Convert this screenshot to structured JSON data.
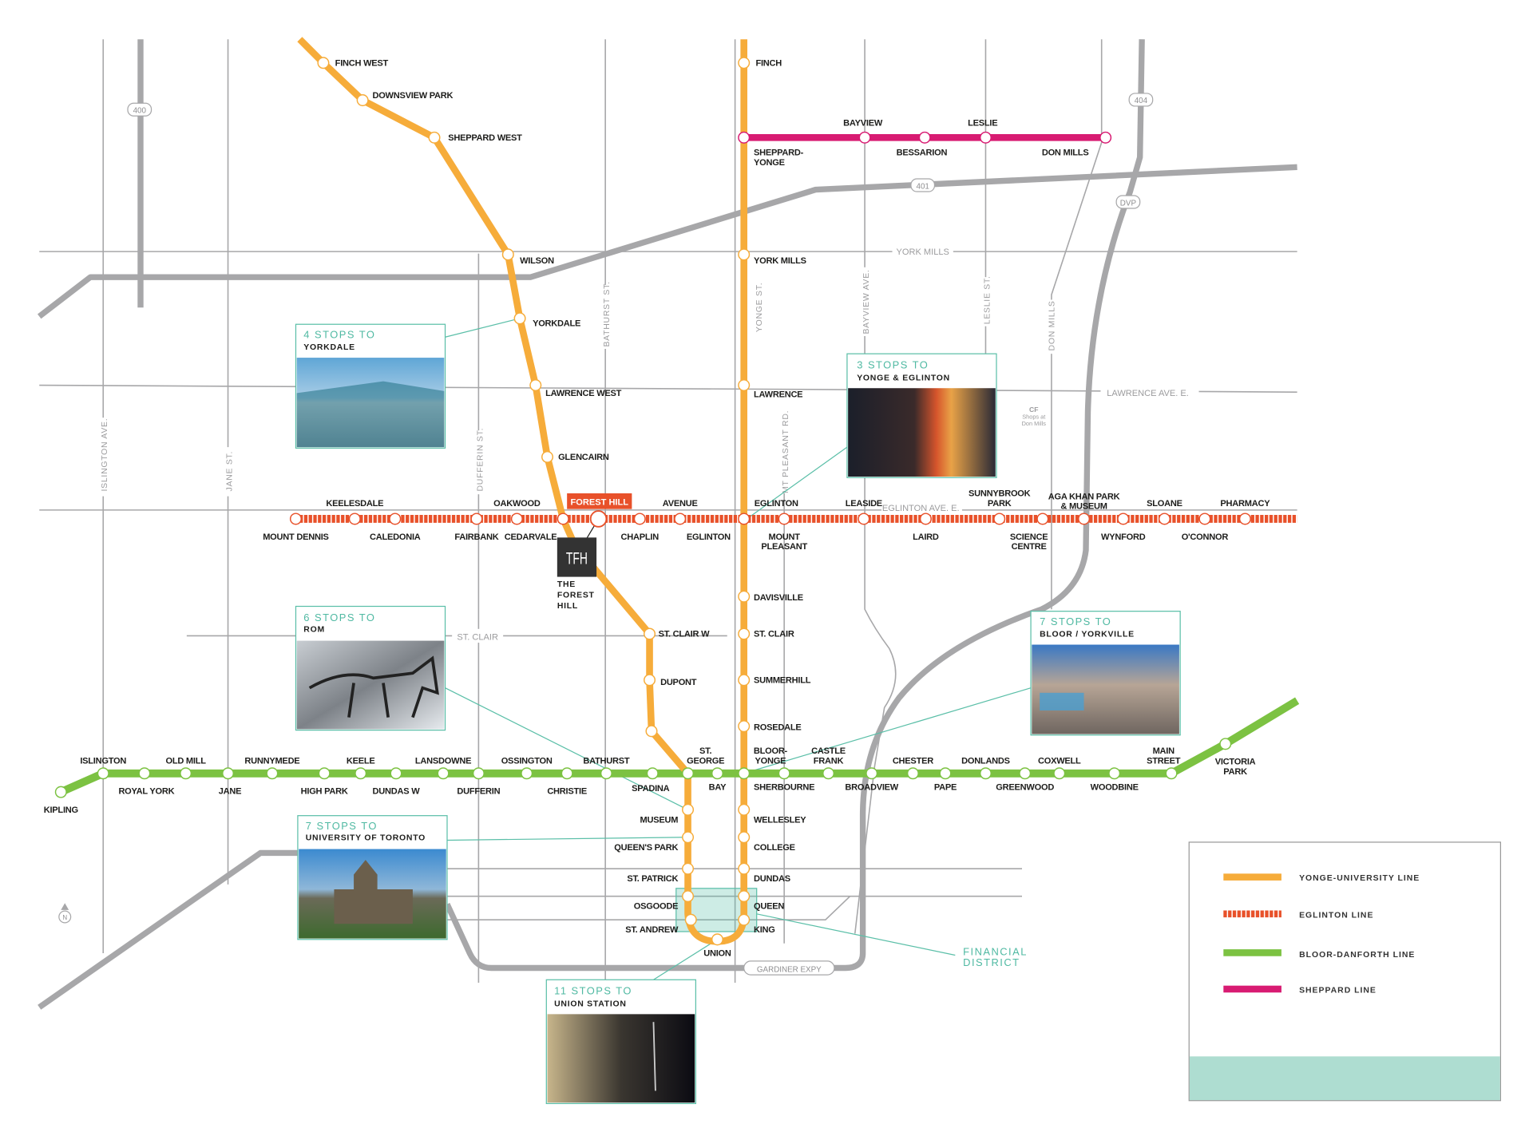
{
  "colors": {
    "yonge_university": "#F6AC3A",
    "eglinton": "#E8512A",
    "bloor_danforth": "#7CC242",
    "sheppard": "#D81B72",
    "accent_teal": "#5BBFA8",
    "road": "#A7A7A9"
  },
  "roads": {
    "hwy_400": "400",
    "hwy_401": "401",
    "hwy_404": "404",
    "dvp": "DVP",
    "gardiner": "GARDINER EXPY",
    "york_mills": "YORK MILLS",
    "lawrence_ave_e": "LAWRENCE AVE. E.",
    "eglinton_ave_e": "EGLINTON AVE. E.",
    "st_clair": "ST. CLAIR",
    "islington_ave": "ISLINGTON AVE.",
    "jane_st": "JANE ST.",
    "dufferin_st": "DUFFERIN ST.",
    "bathurst_st": "BATHURST ST.",
    "yonge_st": "YONGE ST.",
    "mt_pleasant_rd": "MT PLEASANT RD.",
    "bayview_ave": "BAYVIEW AVE.",
    "leslie_st": "LESLIE ST.",
    "don_mills": "DON MILLS"
  },
  "landmark": {
    "logo": "CF",
    "line1": "Shops at",
    "line2": "Don Mills"
  },
  "lines": {
    "yonge_university": {
      "stations": [
        {
          "label": [
            "FINCH WEST"
          ]
        },
        {
          "label": [
            "DOWNSVIEW PARK"
          ]
        },
        {
          "label": [
            "SHEPPARD WEST"
          ]
        },
        {
          "label": [
            "WILSON"
          ]
        },
        {
          "label": [
            "YORKDALE"
          ]
        },
        {
          "label": [
            "LAWRENCE WEST"
          ]
        },
        {
          "label": [
            "GLENCAIRN"
          ]
        },
        {
          "label": [
            "ST. CLAIR W"
          ]
        },
        {
          "label": [
            "DUPONT"
          ]
        },
        {
          "label": []
        },
        {
          "label": [
            "MUSEUM"
          ]
        },
        {
          "label": [
            "QUEEN'S PARK"
          ]
        },
        {
          "label": [
            "ST. PATRICK"
          ]
        },
        {
          "label": [
            "OSGOODE"
          ]
        },
        {
          "label": [
            "ST. ANDREW"
          ]
        },
        {
          "label": [
            "UNION"
          ]
        },
        {
          "label": [
            "KING"
          ]
        },
        {
          "label": [
            "QUEEN"
          ]
        },
        {
          "label": [
            "DUNDAS"
          ]
        },
        {
          "label": [
            "COLLEGE"
          ]
        },
        {
          "label": [
            "WELLESLEY"
          ]
        },
        {
          "label": [
            "ROSEDALE"
          ]
        },
        {
          "label": [
            "SUMMERHILL"
          ]
        },
        {
          "label": [
            "ST. CLAIR"
          ]
        },
        {
          "label": [
            "DAVISVILLE"
          ]
        },
        {
          "label": [
            "EGLINTON"
          ]
        },
        {
          "label": [
            "LAWRENCE"
          ]
        },
        {
          "label": [
            "YORK MILLS"
          ]
        },
        {
          "label": [
            "FINCH"
          ]
        }
      ]
    },
    "eglinton": {
      "stations": [
        {
          "label": [
            "MOUNT  DENNIS"
          ]
        },
        {
          "label": [
            "KEELESDALE"
          ]
        },
        {
          "label": [
            "CALEDONIA"
          ]
        },
        {
          "label": [
            "FAIRBANK"
          ]
        },
        {
          "label": [
            "OAKWOOD"
          ]
        },
        {
          "label": [
            "CEDARVALE"
          ]
        },
        {
          "label": [
            "CHAPLIN"
          ]
        },
        {
          "label": [
            "AVENUE"
          ]
        },
        {
          "label": [
            "EGLINTON"
          ]
        },
        {
          "label": [
            "MOUNT",
            "PLEASANT"
          ]
        },
        {
          "label": [
            "LEASIDE"
          ]
        },
        {
          "label": [
            "LAIRD"
          ]
        },
        {
          "label": [
            "SUNNYBROOK",
            "PARK"
          ]
        },
        {
          "label": [
            "SCIENCE",
            "CENTRE"
          ]
        },
        {
          "label": [
            "AGA KHAN PARK",
            "& MUSEUM"
          ]
        },
        {
          "label": [
            "WYNFORD"
          ]
        },
        {
          "label": [
            "SLOANE"
          ]
        },
        {
          "label": [
            "O'CONNOR"
          ]
        },
        {
          "label": [
            "PHARMACY"
          ]
        }
      ]
    },
    "bloor_danforth": {
      "stations": [
        {
          "label": [
            "KIPLING"
          ]
        },
        {
          "label": [
            "ISLINGTON"
          ]
        },
        {
          "label": [
            "ROYAL YORK"
          ]
        },
        {
          "label": [
            "OLD MILL"
          ]
        },
        {
          "label": [
            "JANE"
          ]
        },
        {
          "label": [
            "RUNNYMEDE"
          ]
        },
        {
          "label": [
            "HIGH PARK"
          ]
        },
        {
          "label": [
            "KEELE"
          ]
        },
        {
          "label": [
            "DUNDAS W"
          ]
        },
        {
          "label": [
            "LANSDOWNE"
          ]
        },
        {
          "label": [
            "DUFFERIN"
          ]
        },
        {
          "label": [
            "OSSINGTON"
          ]
        },
        {
          "label": [
            "CHRISTIE"
          ]
        },
        {
          "label": [
            "BATHURST"
          ]
        },
        {
          "label": [
            "SPADINA"
          ]
        },
        {
          "label": [
            "ST.",
            "GEORGE"
          ]
        },
        {
          "label": [
            "BAY"
          ]
        },
        {
          "label": [
            "BLOOR-",
            "YONGE"
          ]
        },
        {
          "label": [
            "SHERBOURNE"
          ]
        },
        {
          "label": [
            "CASTLE",
            "FRANK"
          ]
        },
        {
          "label": [
            "BROADVIEW"
          ]
        },
        {
          "label": [
            "CHESTER"
          ]
        },
        {
          "label": [
            "PAPE"
          ]
        },
        {
          "label": [
            "DONLANDS"
          ]
        },
        {
          "label": [
            "GREENWOOD"
          ]
        },
        {
          "label": [
            "COXWELL"
          ]
        },
        {
          "label": [
            "WOODBINE"
          ]
        },
        {
          "label": [
            "MAIN",
            "STREET"
          ]
        },
        {
          "label": [
            "VICTORIA",
            "PARK"
          ]
        }
      ]
    },
    "sheppard": {
      "stations": [
        {
          "label": [
            "SHEPPARD-",
            "YONGE"
          ]
        },
        {
          "label": [
            "BAYVIEW"
          ]
        },
        {
          "label": [
            "BESSARION"
          ]
        },
        {
          "label": [
            "LESLIE"
          ]
        },
        {
          "label": [
            "DON MILLS"
          ]
        }
      ]
    }
  },
  "highlight_station": "FOREST HILL",
  "property": {
    "logo": "TFH",
    "name_lines": [
      "THE",
      "FOREST",
      "HILL"
    ]
  },
  "callouts": [
    {
      "title": "4 STOPS TO",
      "subtitle": "YORKDALE"
    },
    {
      "title": "3 STOPS TO",
      "subtitle": "YONGE & EGLINTON"
    },
    {
      "title": "6 STOPS TO",
      "subtitle": "ROM"
    },
    {
      "title": "7 STOPS TO",
      "subtitle": "BLOOR / YORKVILLE"
    },
    {
      "title": "7 STOPS TO",
      "subtitle": "UNIVERSITY OF TORONTO"
    },
    {
      "title": "11 STOPS TO",
      "subtitle": "UNION STATION"
    }
  ],
  "financial_district": {
    "line1": "FINANCIAL",
    "line2": "DISTRICT"
  },
  "north_arrow": "N",
  "legend": [
    {
      "label": "YONGE-UNIVERSITY LINE"
    },
    {
      "label": "EGLINTON LINE"
    },
    {
      "label": "BLOOR-DANFORTH LINE"
    },
    {
      "label": "SHEPPARD LINE"
    }
  ]
}
